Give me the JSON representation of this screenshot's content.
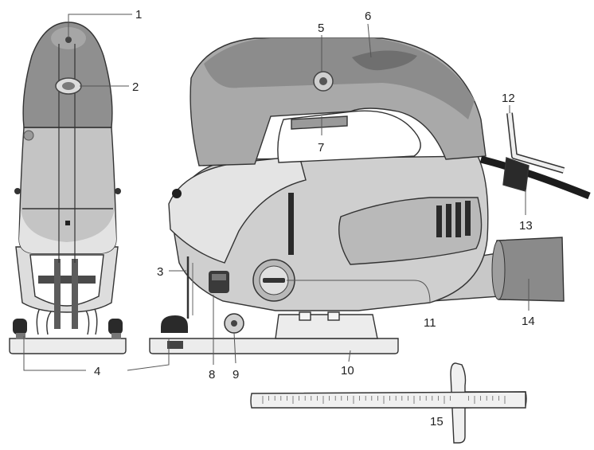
{
  "colors": {
    "dark": "#8a8a8a",
    "mid": "#b3b3b3",
    "light": "#d9d9d9",
    "pale": "#ececec",
    "black": "#1e1e1e",
    "outline": "#333333"
  },
  "callouts": [
    {
      "id": "1",
      "text": "1"
    },
    {
      "id": "2",
      "text": "2"
    },
    {
      "id": "3",
      "text": "3"
    },
    {
      "id": "4",
      "text": "4"
    },
    {
      "id": "5",
      "text": "5"
    },
    {
      "id": "6",
      "text": "6"
    },
    {
      "id": "7",
      "text": "7"
    },
    {
      "id": "8",
      "text": "8"
    },
    {
      "id": "9",
      "text": "9"
    },
    {
      "id": "10",
      "text": "10"
    },
    {
      "id": "11",
      "text": "11"
    },
    {
      "id": "12",
      "text": "12"
    },
    {
      "id": "13",
      "text": "13"
    },
    {
      "id": "14",
      "text": "14"
    },
    {
      "id": "15",
      "text": "15"
    }
  ]
}
